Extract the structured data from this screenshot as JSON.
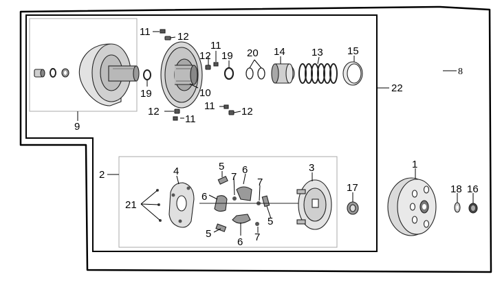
{
  "labels": {
    "p1": "1",
    "p2": "2",
    "p3": "3",
    "p4": "4",
    "p5a": "5",
    "p5b": "5",
    "p5c": "5",
    "p6a": "6",
    "p6b": "6",
    "p6c": "6",
    "p7a": "7",
    "p7b": "7",
    "p7c": "7",
    "p8": "8",
    "p9": "9",
    "p10": "10",
    "p11a": "11",
    "p11b": "11",
    "p11c": "11",
    "p11d": "11",
    "p12a": "12",
    "p12b": "12",
    "p12c": "12",
    "p12d": "12",
    "p13": "13",
    "p14": "14",
    "p15": "15",
    "p16": "16",
    "p17": "17",
    "p18": "18",
    "p19a": "19",
    "p19b": "19",
    "p20": "20",
    "p21": "21",
    "p22": "22"
  },
  "colors": {
    "line": "#000000",
    "box": "#aaaaaa",
    "part_fill": "#d4d4d4",
    "part_dark": "#555555"
  }
}
